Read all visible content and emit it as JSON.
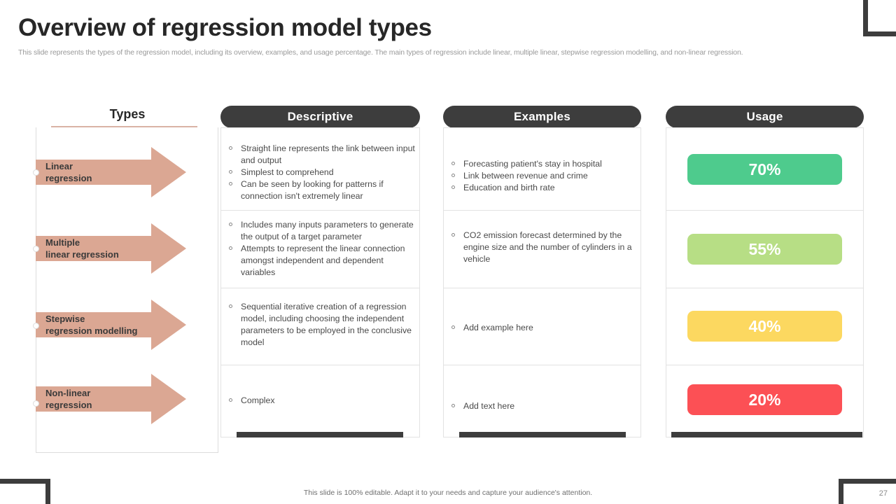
{
  "slide": {
    "title": "Overview of regression model types",
    "subtitle": "This slide represents the types of the regression model, including its overview, examples, and usage percentage. The main types of regression include linear, multiple linear, stepwise regression modelling, and non-linear regression.",
    "footer_note": "This slide is 100% editable. Adapt it to your needs and capture your audience's attention.",
    "page_number": "27"
  },
  "columns": {
    "types": "Types",
    "descriptive": "Descriptive",
    "examples": "Examples",
    "usage": "Usage"
  },
  "colors": {
    "header_pill": "#3d3d3d",
    "arrow": "#dba793",
    "types_underline": "#d9b3a5",
    "usage_70": "#4ecb8d",
    "usage_55": "#b7de85",
    "usage_40": "#fcd860",
    "usage_20": "#fc5055"
  },
  "rows": [
    {
      "type": "Linear\nregression",
      "descriptive": [
        "Straight line represents the link between input and output",
        "Simplest to comprehend",
        "Can be seen by looking for patterns if connection isn't extremely linear"
      ],
      "examples": [
        "Forecasting patient's stay in hospital",
        "Link between revenue and crime",
        "Education and birth rate"
      ],
      "usage_label": "70%",
      "usage_value": 70,
      "usage_color": "#4ecb8d"
    },
    {
      "type": "Multiple\nlinear regression",
      "descriptive": [
        "Includes many inputs parameters to generate the output of a target parameter",
        "Attempts to represent the linear connection amongst independent and dependent variables"
      ],
      "examples": [
        "CO2 emission forecast determined by the engine size and the number of cylinders in a vehicle"
      ],
      "usage_label": "55%",
      "usage_value": 55,
      "usage_color": "#b7de85"
    },
    {
      "type": "Stepwise\nregression modelling",
      "descriptive": [
        "Sequential iterative creation of a regression model, including choosing the independent parameters to be employed in the conclusive model"
      ],
      "examples": [
        "Add example here"
      ],
      "usage_label": "40%",
      "usage_value": 40,
      "usage_color": "#fcd860"
    },
    {
      "type": "Non-linear\nregression",
      "descriptive": [
        "Complex"
      ],
      "examples": [
        "Add text here"
      ],
      "usage_label": "20%",
      "usage_value": 20,
      "usage_color": "#fc5055"
    }
  ],
  "chart_data": {
    "type": "bar",
    "title": "Usage",
    "categories": [
      "Linear regression",
      "Multiple linear regression",
      "Stepwise regression modelling",
      "Non-linear regression"
    ],
    "values": [
      70,
      55,
      40,
      20
    ],
    "labels": [
      "70%",
      "55%",
      "40%",
      "20%"
    ],
    "colors": [
      "#4ecb8d",
      "#b7de85",
      "#fcd860",
      "#fc5055"
    ],
    "xlabel": "",
    "ylabel": "Usage",
    "ylim": [
      0,
      100
    ]
  }
}
